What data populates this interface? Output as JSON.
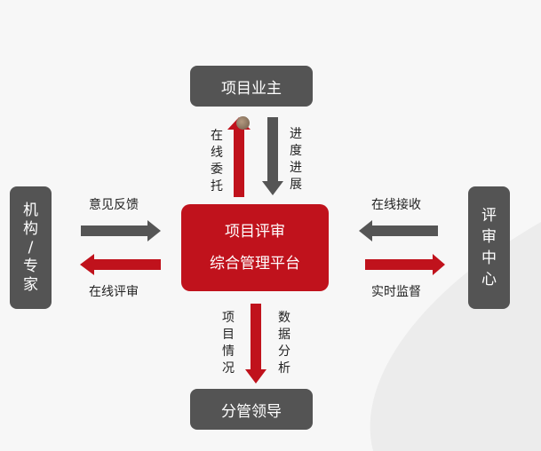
{
  "center": {
    "line1": "项目评审",
    "line2": "综合管理平台"
  },
  "top_box": "项目业主",
  "bottom_box": "分管领导",
  "left_box": [
    "机",
    "构",
    "/",
    "专",
    "家"
  ],
  "right_box": [
    "评",
    "审",
    "中",
    "心"
  ],
  "labels": {
    "top_left": [
      "在",
      "线",
      "委",
      "托"
    ],
    "top_right": [
      "进",
      "度",
      "进",
      "展"
    ],
    "bottom_left": [
      "项",
      "目",
      "情",
      "况"
    ],
    "bottom_right": [
      "数",
      "据",
      "分",
      "析"
    ],
    "left_top": "意见反馈",
    "left_bottom": "在线评审",
    "right_top": "在线接收",
    "right_bottom": "实时监督"
  },
  "colors": {
    "red": "#c0121c",
    "gray": "#545454"
  }
}
